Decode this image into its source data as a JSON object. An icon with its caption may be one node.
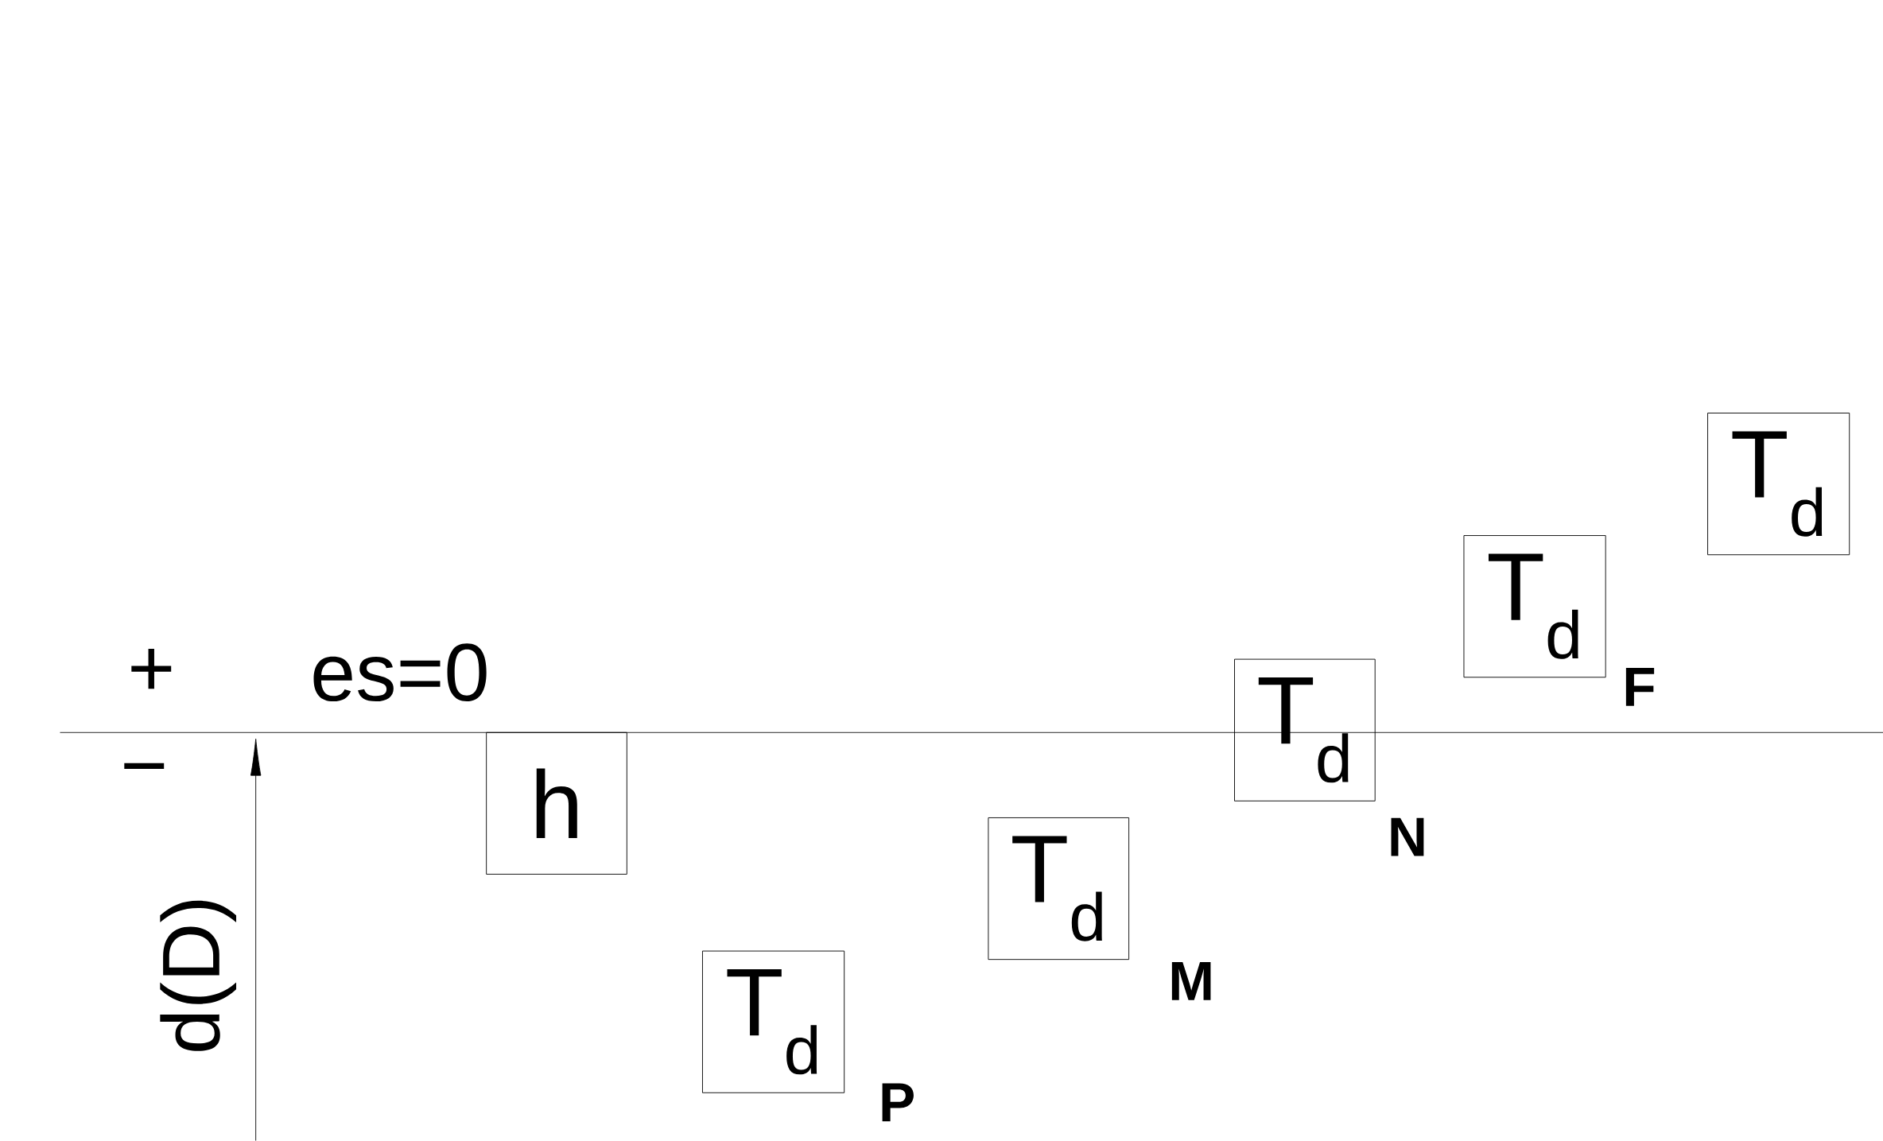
{
  "diagram": {
    "nodes": [
      {
        "text": [
          "h"
        ]
      },
      {
        "text": [
          "T$_{d}$"
        ],
        "beside": [
          "P"
        ]
      },
      {
        "text": [
          "T$_{d}$"
        ],
        "beside": [
          "M"
        ]
      },
      {
        "text": [
          "T$_{d}$"
        ],
        "beside": [
          "N"
        ]
      },
      {
        "text": [
          "T$_{d}$"
        ],
        "beside": [
          "F"
        ]
      },
      {
        "text": [
          "T$_{d}$"
        ]
      }
    ],
    "labels": [
      "+",
      "es=0",
      "−",
      "d(D)"
    ]
  }
}
